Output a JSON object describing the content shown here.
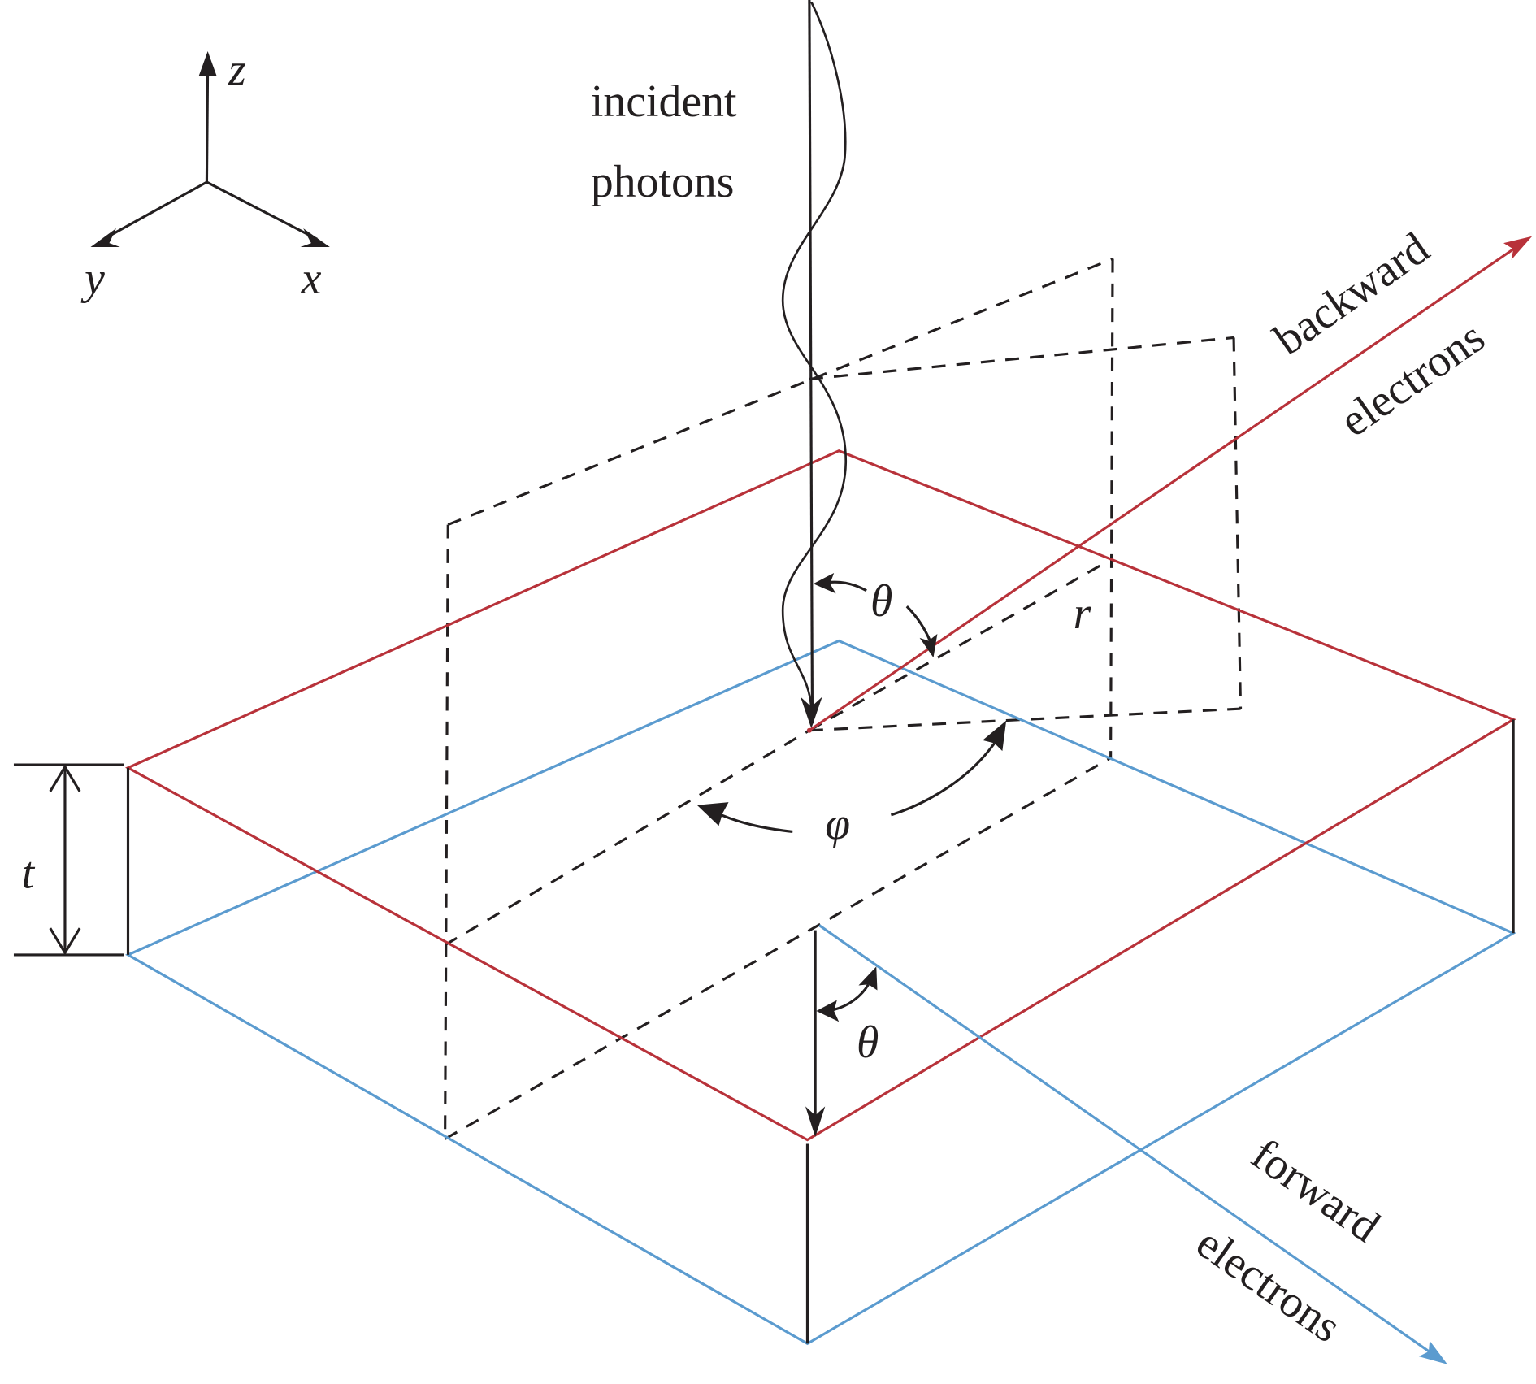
{
  "figure": {
    "type": "schematic",
    "subject": "photoelectron emission geometry in a thin slab"
  },
  "axes_triad": {
    "x_label": "x",
    "y_label": "y",
    "z_label": "z"
  },
  "labels": {
    "incident_line1": "incident",
    "incident_line2": "photons",
    "backward_line1": "backward",
    "backward_line2": "electrons",
    "forward_line1": "forward",
    "forward_line2": "electrons",
    "thickness": "t",
    "polar_angle_top": "θ",
    "polar_angle_bottom": "θ",
    "azimuth_angle": "φ",
    "radius": "r"
  },
  "colors": {
    "top_surface": "#b8323a",
    "bottom_surface": "#5b9bcf",
    "ink": "#231f20"
  }
}
